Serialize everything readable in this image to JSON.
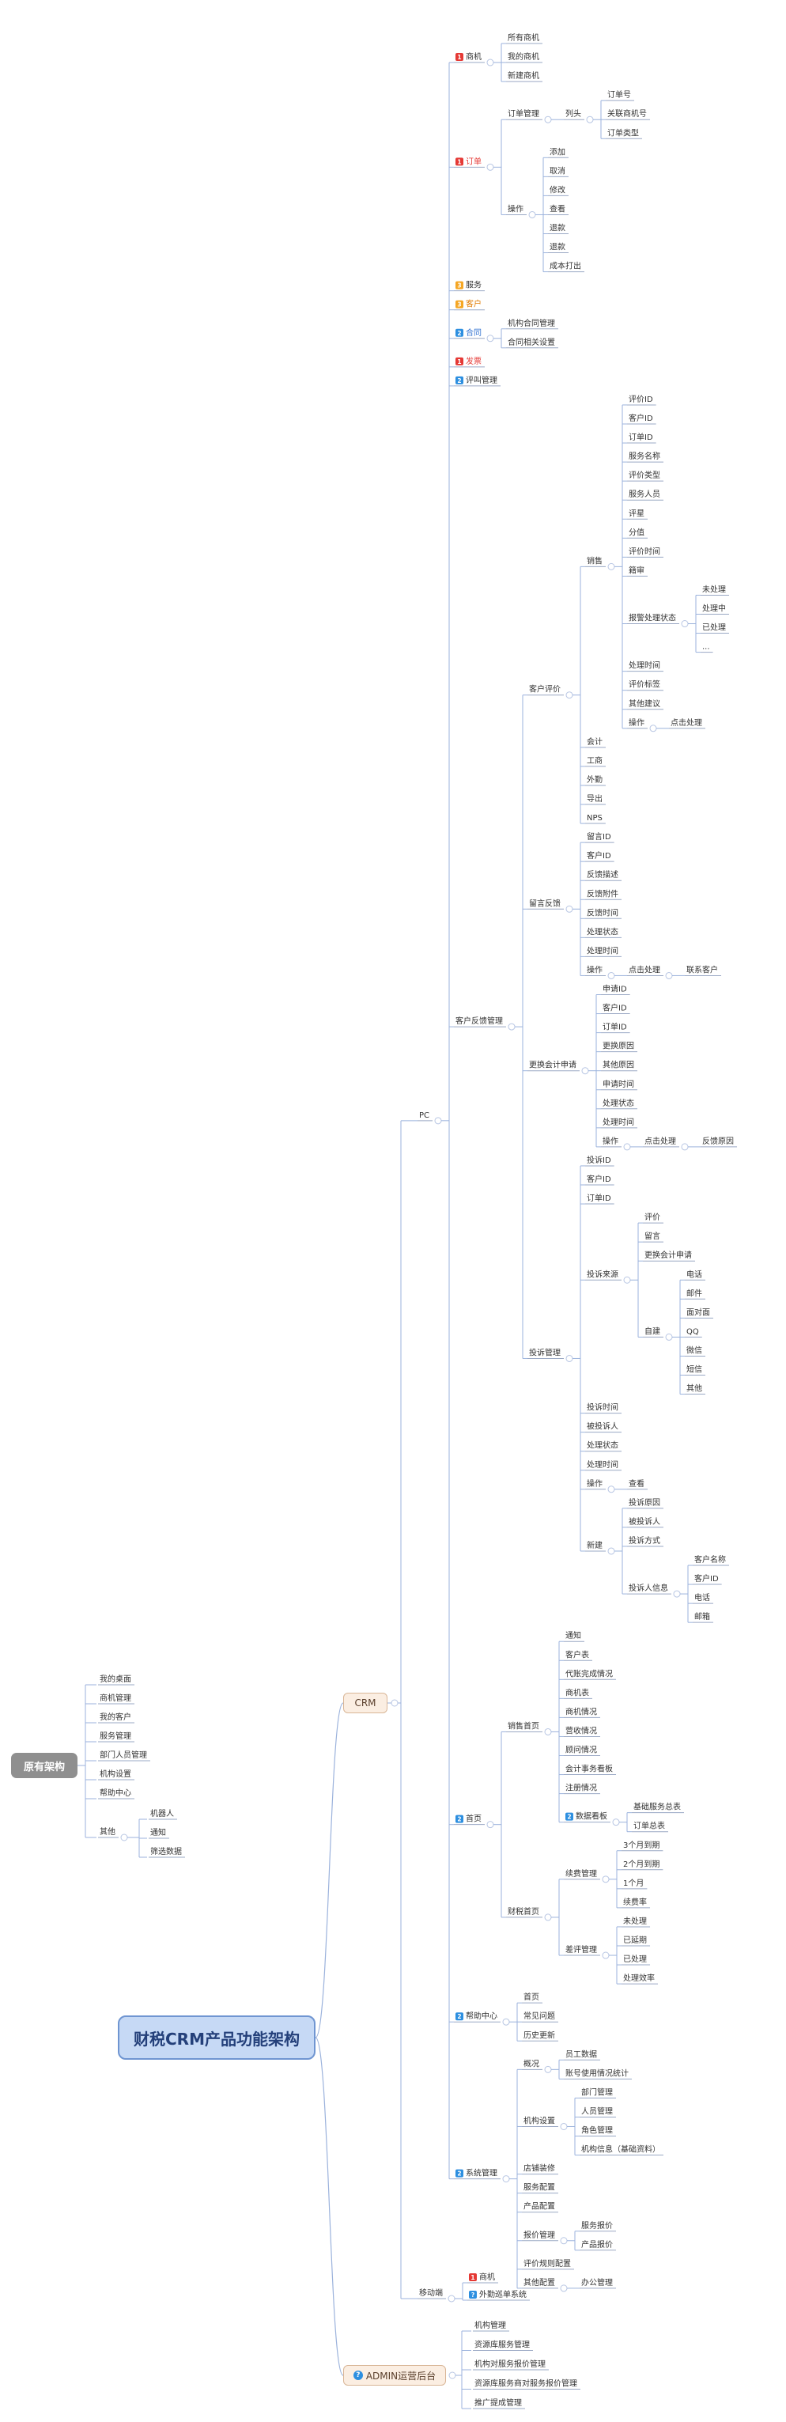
{
  "title": "财税CRM产品功能架构",
  "old_arch": {
    "label": "原有架构",
    "items": [
      "我的桌面",
      "商机管理",
      "我的客户",
      "服务管理",
      "部门人员管理",
      "机构设置",
      "帮助中心",
      "其他"
    ],
    "other_children": [
      "机器人",
      "通知",
      "筛选数据"
    ]
  },
  "crm": {
    "label": "CRM",
    "pc": "PC",
    "mobile": "移动端",
    "mobile_items": [
      {
        "label": "商机",
        "badge": "1",
        "badge_color": "#e53935"
      },
      {
        "label": "外勤巡单系统",
        "badge": "?",
        "badge_color": "#2d8fe0"
      }
    ]
  },
  "admin": {
    "label": "ADMIN运营后台",
    "badge": "?",
    "items": [
      "机构管理",
      "资源库服务管理",
      "机构对服务报价管理",
      "资源库服务商对服务报价管理",
      "推广提成管理"
    ]
  },
  "pc_tree": [
    {
      "label": "商机",
      "badge": "1",
      "badge_color": "#e53935",
      "children": [
        {
          "label": "所有商机"
        },
        {
          "label": "我的商机"
        },
        {
          "label": "新建商机"
        }
      ]
    },
    {
      "label": "订单",
      "badge": "1",
      "badge_color": "#e53935",
      "label_color": "#e53935",
      "children": [
        {
          "label": "订单管理",
          "children": [
            {
              "label": "列头",
              "children": [
                {
                  "label": "订单号"
                },
                {
                  "label": "关联商机号"
                },
                {
                  "label": "订单类型"
                }
              ]
            }
          ]
        },
        {
          "label": "操作",
          "children": [
            {
              "label": "添加"
            },
            {
              "label": "取消"
            },
            {
              "label": "修改"
            },
            {
              "label": "查看"
            },
            {
              "label": "退款"
            },
            {
              "label": "退款"
            },
            {
              "label": "成本打出"
            }
          ]
        }
      ]
    },
    {
      "label": "服务",
      "badge": "3",
      "badge_color": "#f5a623"
    },
    {
      "label": "客户",
      "badge": "3",
      "badge_color": "#f5a623",
      "label_color": "#e07b00"
    },
    {
      "label": "合同",
      "badge": "2",
      "badge_color": "#2d8fe0",
      "label_color": "#2d6fd0",
      "children": [
        {
          "label": "机构合同管理"
        },
        {
          "label": "合同相关设置"
        }
      ]
    },
    {
      "label": "发票",
      "badge": "1",
      "badge_color": "#e53935",
      "label_color": "#e53935"
    },
    {
      "label": "评叫管理",
      "badge": "2",
      "badge_color": "#2d8fe0"
    },
    {
      "label": "客户反馈管理",
      "children": [
        {
          "label": "客户评价",
          "children": [
            {
              "label": "销售",
              "children": [
                {
                  "label": "评价ID"
                },
                {
                  "label": "客户ID"
                },
                {
                  "label": "订单ID"
                },
                {
                  "label": "服务名称"
                },
                {
                  "label": "评价类型"
                },
                {
                  "label": "服务人员"
                },
                {
                  "label": "评星"
                },
                {
                  "label": "分值"
                },
                {
                  "label": "评价时间"
                },
                {
                  "label": "籍审"
                },
                {
                  "label": "报警处理状态",
                  "children": [
                    {
                      "label": "未处理"
                    },
                    {
                      "label": "处理中"
                    },
                    {
                      "label": "已处理"
                    },
                    {
                      "label": "..."
                    }
                  ]
                },
                {
                  "label": "处理时间"
                },
                {
                  "label": "评价标签"
                },
                {
                  "label": "其他建议"
                },
                {
                  "label": "操作",
                  "children": [
                    {
                      "label": "点击处理"
                    }
                  ]
                }
              ]
            },
            {
              "label": "会计"
            },
            {
              "label": "工商"
            },
            {
              "label": "外勤"
            },
            {
              "label": "导出"
            },
            {
              "label": "NPS"
            }
          ]
        },
        {
          "label": "留言反馈",
          "children": [
            {
              "label": "留言ID"
            },
            {
              "label": "客户ID"
            },
            {
              "label": "反馈描述"
            },
            {
              "label": "反馈附件"
            },
            {
              "label": "反馈时间"
            },
            {
              "label": "处理状态"
            },
            {
              "label": "处理时间"
            },
            {
              "label": "操作",
              "children": [
                {
                  "label": "点击处理",
                  "children": [
                    {
                      "label": "联系客户"
                    }
                  ]
                }
              ]
            }
          ]
        },
        {
          "label": "更换会计申请",
          "children": [
            {
              "label": "申请ID"
            },
            {
              "label": "客户ID"
            },
            {
              "label": "订单ID"
            },
            {
              "label": "更换原因"
            },
            {
              "label": "其他原因"
            },
            {
              "label": "申请时间"
            },
            {
              "label": "处理状态"
            },
            {
              "label": "处理时间"
            },
            {
              "label": "操作",
              "children": [
                {
                  "label": "点击处理",
                  "children": [
                    {
                      "label": "反馈原因"
                    }
                  ]
                }
              ]
            }
          ]
        },
        {
          "label": "投诉管理",
          "children": [
            {
              "label": "投诉ID"
            },
            {
              "label": "客户ID"
            },
            {
              "label": "订单ID"
            },
            {
              "label": "投诉来源",
              "children": [
                {
                  "label": "评价"
                },
                {
                  "label": "留言"
                },
                {
                  "label": "更换会计申请"
                },
                {
                  "label": "自建",
                  "children": [
                    {
                      "label": "电话"
                    },
                    {
                      "label": "邮件"
                    },
                    {
                      "label": "面对面"
                    },
                    {
                      "label": "QQ"
                    },
                    {
                      "label": "微信"
                    },
                    {
                      "label": "短信"
                    },
                    {
                      "label": "其他"
                    }
                  ]
                }
              ]
            },
            {
              "label": "投诉时间"
            },
            {
              "label": "被投诉人"
            },
            {
              "label": "处理状态"
            },
            {
              "label": "处理时间"
            },
            {
              "label": "操作",
              "children": [
                {
                  "label": "查看"
                }
              ]
            },
            {
              "label": "新建",
              "children": [
                {
                  "label": "投诉原因"
                },
                {
                  "label": "被投诉人"
                },
                {
                  "label": "投诉方式"
                },
                {
                  "label": "投诉人信息",
                  "children": [
                    {
                      "label": "客户名称"
                    },
                    {
                      "label": "客户ID"
                    },
                    {
                      "label": "电话"
                    },
                    {
                      "label": "邮箱"
                    }
                  ]
                }
              ]
            }
          ]
        }
      ]
    },
    {
      "label": "首页",
      "badge": "2",
      "badge_color": "#2d8fe0",
      "children": [
        {
          "label": "销售首页",
          "children": [
            {
              "label": "通知"
            },
            {
              "label": "客户表"
            },
            {
              "label": "代账完成情况"
            },
            {
              "label": "商机表"
            },
            {
              "label": "商机情况"
            },
            {
              "label": "营收情况"
            },
            {
              "label": "顾问情况"
            },
            {
              "label": "会计事务看板"
            },
            {
              "label": "注册情况"
            },
            {
              "label": "数据看板",
              "badge": "2",
              "badge_color": "#2d8fe0",
              "children": [
                {
                  "label": "基础服务总表"
                },
                {
                  "label": "订单总表"
                }
              ]
            }
          ]
        },
        {
          "label": "财税首页",
          "children": [
            {
              "label": "续费管理",
              "children": [
                {
                  "label": "3个月到期"
                },
                {
                  "label": "2个月到期"
                },
                {
                  "label": "1个月"
                },
                {
                  "label": "续费率"
                }
              ]
            },
            {
              "label": "差评管理",
              "children": [
                {
                  "label": "未处理"
                },
                {
                  "label": "已延期"
                },
                {
                  "label": "已处理"
                },
                {
                  "label": "处理效率"
                }
              ]
            }
          ]
        }
      ]
    },
    {
      "label": "帮助中心",
      "badge": "2",
      "badge_color": "#2d8fe0",
      "children": [
        {
          "label": "首页"
        },
        {
          "label": "常见问题"
        },
        {
          "label": "历史更新"
        }
      ]
    },
    {
      "label": "系统管理",
      "badge": "2",
      "badge_color": "#2d8fe0",
      "children": [
        {
          "label": "概况",
          "children": [
            {
              "label": "员工数据"
            },
            {
              "label": "账号使用情况统计"
            }
          ]
        },
        {
          "label": "机构设置",
          "children": [
            {
              "label": "部门管理"
            },
            {
              "label": "人员管理"
            },
            {
              "label": "角色管理"
            },
            {
              "label": "机构信息（基础资料）"
            }
          ]
        },
        {
          "label": "店铺装修"
        },
        {
          "label": "服务配置"
        },
        {
          "label": "产品配置"
        },
        {
          "label": "报价管理",
          "children": [
            {
              "label": "服务报价"
            },
            {
              "label": "产品报价"
            }
          ]
        },
        {
          "label": "评价规则配置"
        },
        {
          "label": "其他配置",
          "children": [
            {
              "label": "办公管理"
            }
          ]
        }
      ]
    }
  ]
}
